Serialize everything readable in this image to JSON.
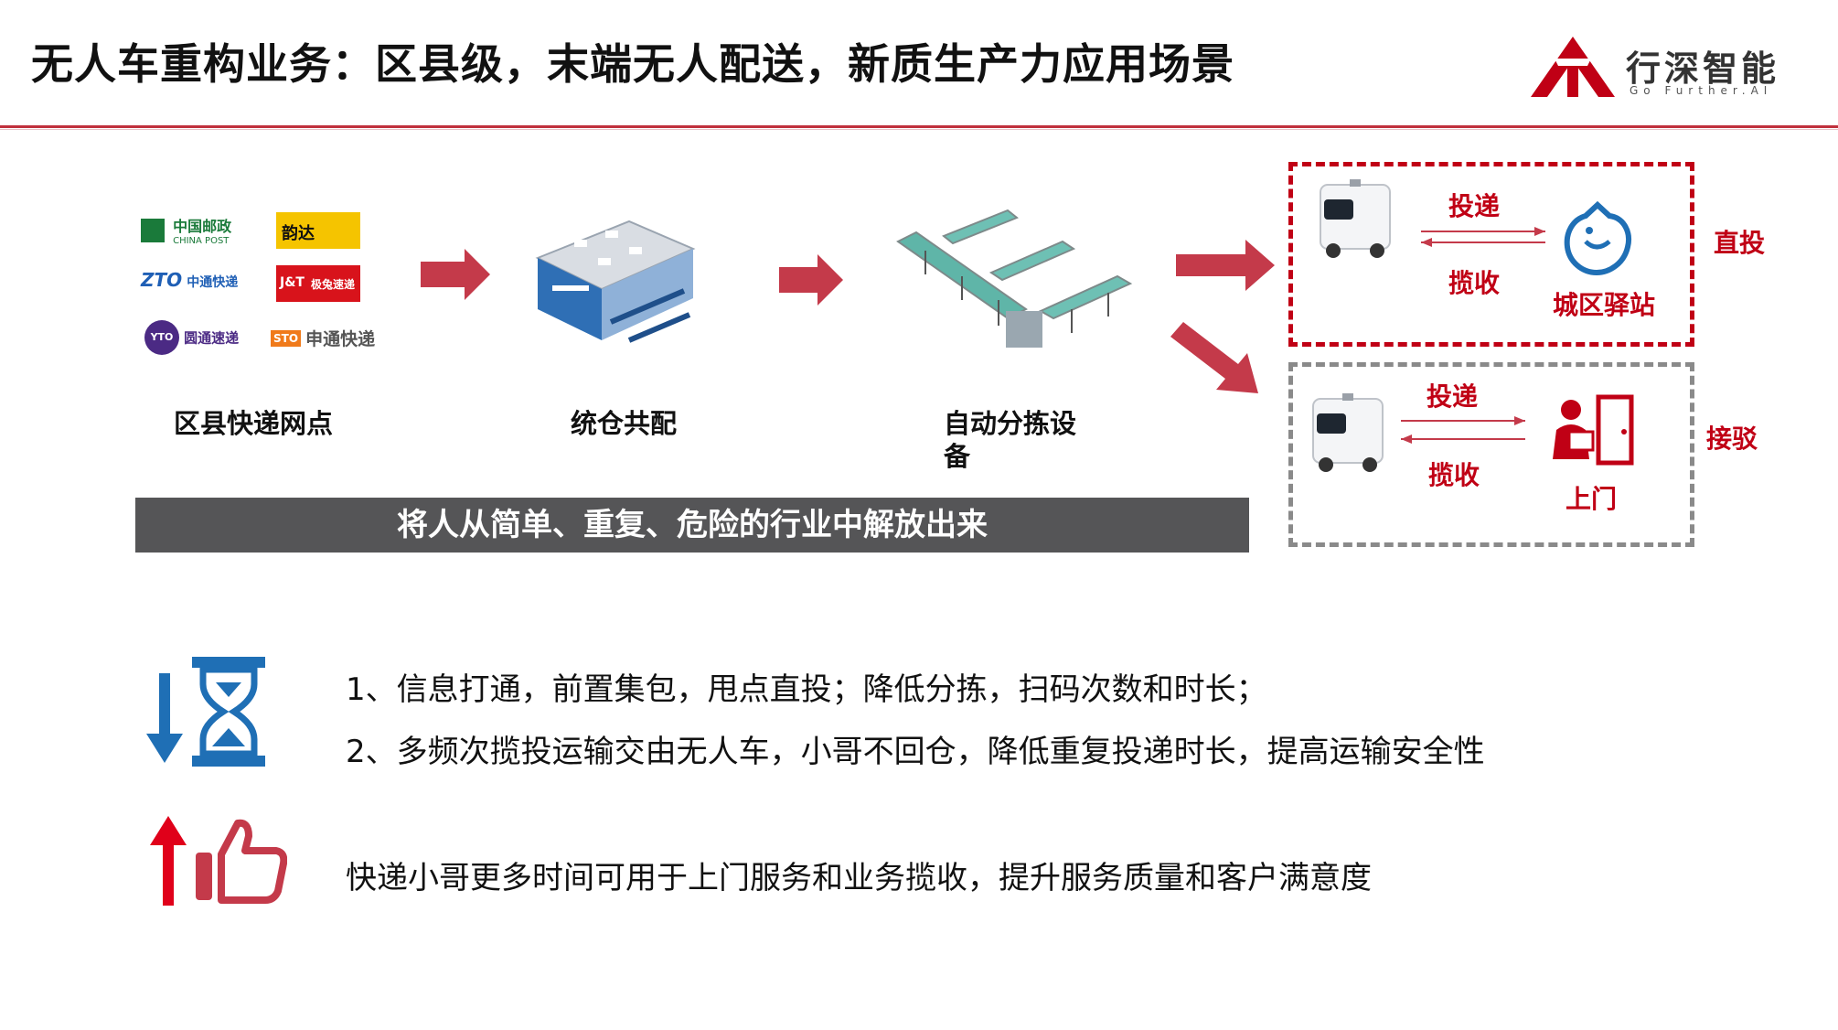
{
  "slide": {
    "title": "无人车重构业务：区县级，末端无人配送，新质生产力应用场景",
    "logo": {
      "name": "行深智能",
      "tagline": "Go Further.AI"
    }
  },
  "flow": {
    "steps": [
      {
        "label": "区县快递网点"
      },
      {
        "label": "统仓共配"
      },
      {
        "label": "自动分拣设"
      },
      {
        "label": "备"
      }
    ],
    "couriers": [
      "中国邮政",
      "CHINA POST",
      "韵达",
      "ZTO",
      "中通快递",
      "J&T",
      "极兔速递",
      "YTO",
      "圆通速递",
      "STO",
      "申通快递"
    ],
    "banner": "将人从简单、重复、危险的行业中解放出来"
  },
  "modes": {
    "direct": {
      "deliver": "投递",
      "collect": "揽收",
      "destination": "城区驿站",
      "label": "直投"
    },
    "door": {
      "deliver": "投递",
      "collect": "揽收",
      "destination": "上门",
      "label": "接驳"
    }
  },
  "benefits": {
    "decrease": [
      "1、信息打通，前置集包，甩点直投；降低分拣，扫码次数和时长；",
      "2、多频次揽投运输交由无人车，小哥不回仓，降低重复投递时长，提高运输安全性"
    ],
    "increase": "快递小哥更多时间可用于上门服务和业务揽收，提升服务质量和客户满意度"
  },
  "icons": {
    "down_arrow": "down-arrow-icon",
    "hourglass": "hourglass-icon",
    "up_arrow": "up-arrow-icon",
    "thumbs_up": "thumbs-up-icon"
  },
  "colors": {
    "accent": "#c00015",
    "blue": "#1f6fb5",
    "banner": "#555557"
  }
}
